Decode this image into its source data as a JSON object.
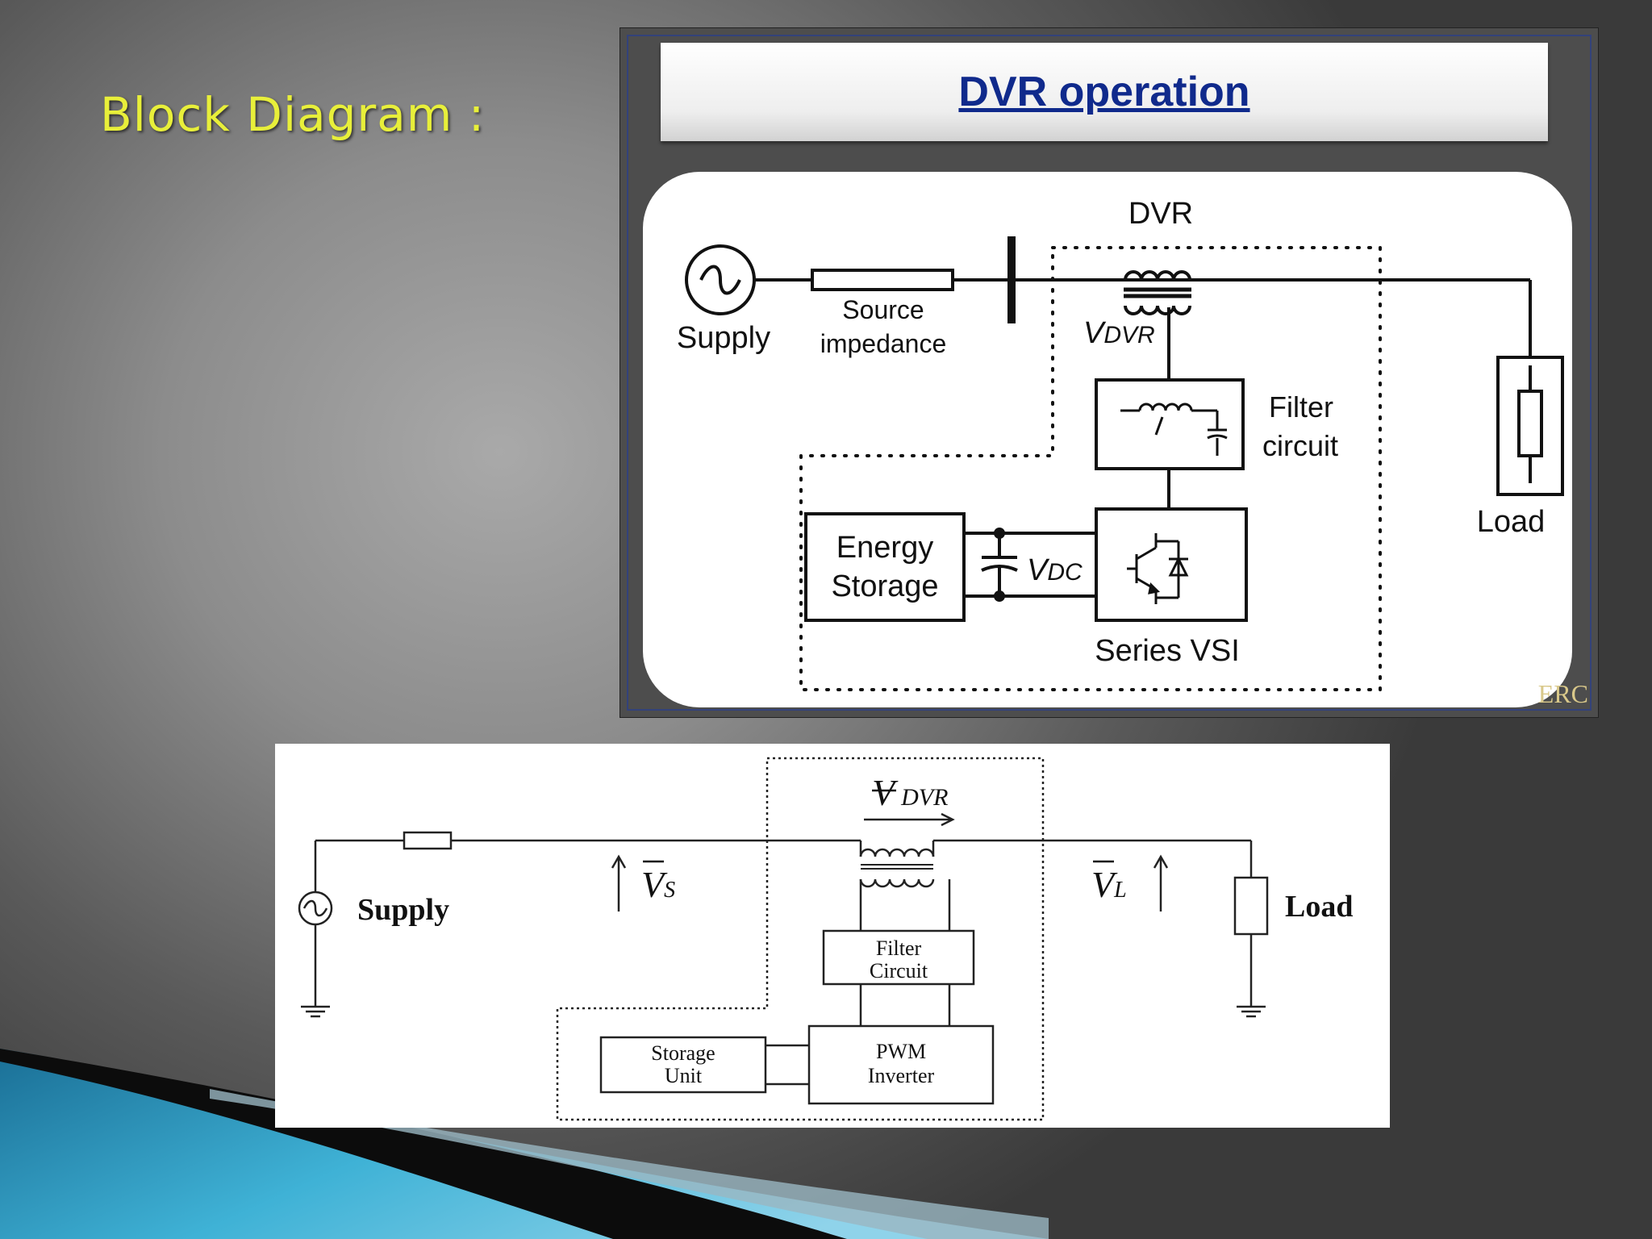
{
  "slide": {
    "title": "Block Diagram :"
  },
  "figure_top": {
    "title": "DVR operation",
    "dvr_label": "DVR",
    "supply_label": "Supply",
    "source_impedance_label": [
      "Source",
      "impedance"
    ],
    "vdvr_label": {
      "main": "V",
      "sub": "DVR"
    },
    "filter_label": [
      "Filter",
      "circuit"
    ],
    "energy_storage_label": [
      "Energy",
      "Storage"
    ],
    "vdc_label": {
      "main": "V",
      "sub": "DC"
    },
    "series_vsi_label": "Series VSI",
    "load_label": "Load",
    "watermark": "ERC"
  },
  "figure_bottom": {
    "vdvr_label": {
      "main": "V",
      "sub": "DVR"
    },
    "vs_label": {
      "main": "V",
      "sub": "S"
    },
    "vl_label": {
      "main": "V",
      "sub": "L"
    },
    "supply_label": "Supply",
    "load_label": "Load",
    "filter_label": [
      "Filter",
      "Circuit"
    ],
    "storage_label": [
      "Storage",
      "Unit"
    ],
    "pwm_label": [
      "PWM",
      "Inverter"
    ]
  },
  "colors": {
    "title_yellow": "#e8ef3a",
    "banner_title_blue": "#102a8c",
    "accent_cyan": "#3fb2d6"
  }
}
